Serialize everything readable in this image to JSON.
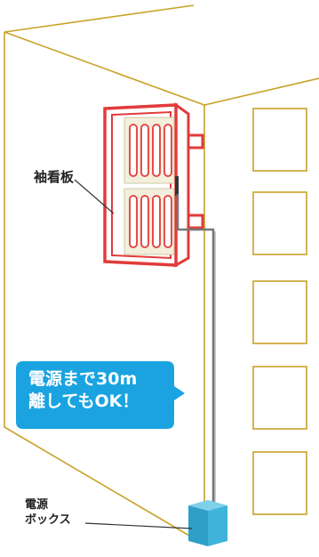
{
  "labels": {
    "sign": "袖看板",
    "power_box_line1": "電源",
    "power_box_line2": "ボックス"
  },
  "callout": {
    "line1": "電源まで30m",
    "line2": "離してもOK！"
  },
  "colors": {
    "building_outline": "#c9a227",
    "sign_frame": "#e23a3a",
    "sign_panel": "#f3efdc",
    "cable": "#777777",
    "callout_fill": "#1aa3e0",
    "power_box": "#3fb3d9"
  }
}
